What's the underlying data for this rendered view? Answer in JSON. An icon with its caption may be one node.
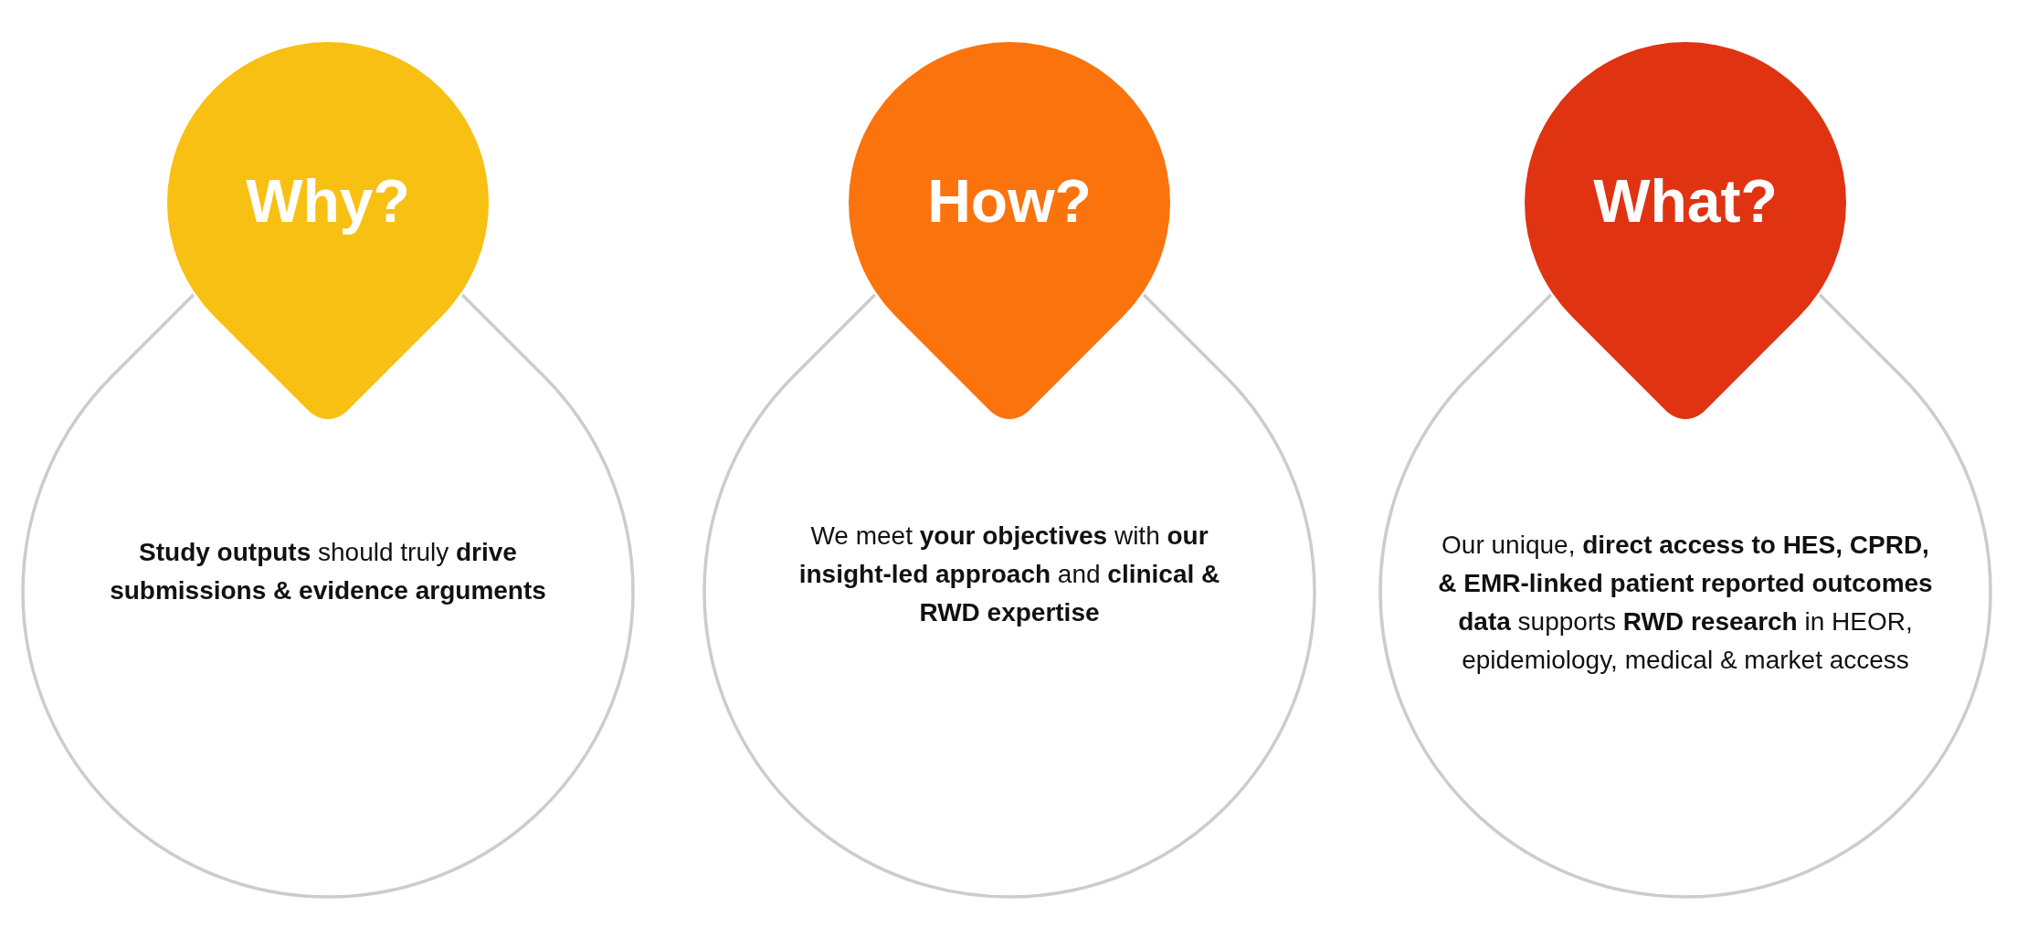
{
  "diagram": {
    "nodes": [
      {
        "text": [
          "Why?"
        ]
      },
      {
        "text": [
          "**Study outputs** should truly **drive submissions & evidence arguments**"
        ]
      },
      {
        "text": [
          "How?"
        ]
      },
      {
        "text": [
          "We meet **your objectives** with **our insight-led approach** and **clinical & RWD expertise**"
        ]
      },
      {
        "text": [
          "What?"
        ]
      },
      {
        "text": [
          "Our unique, **direct access to HES, CPRD, & EMR-linked patient reported outcomes data** supports **RWD research** in HEOR, epidemiology, medical & market access"
        ]
      }
    ]
  }
}
